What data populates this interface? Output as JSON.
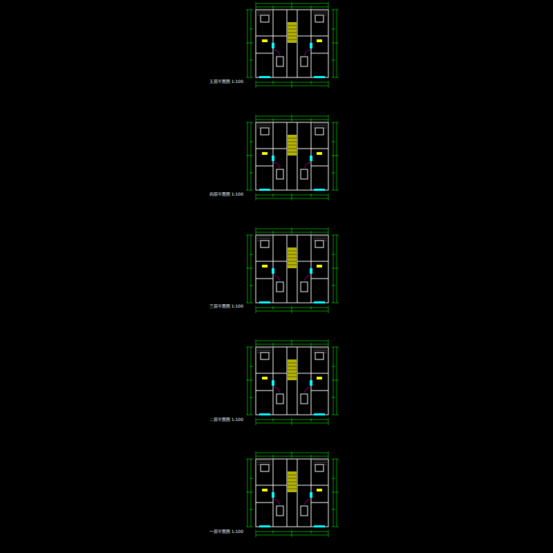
{
  "diagram": {
    "labels": [
      "五层平面图 1:100",
      "四层平面图 1:100",
      "三层平面图 1:100",
      "二层平面图 1:100",
      "一层平面图 1:100"
    ]
  }
}
